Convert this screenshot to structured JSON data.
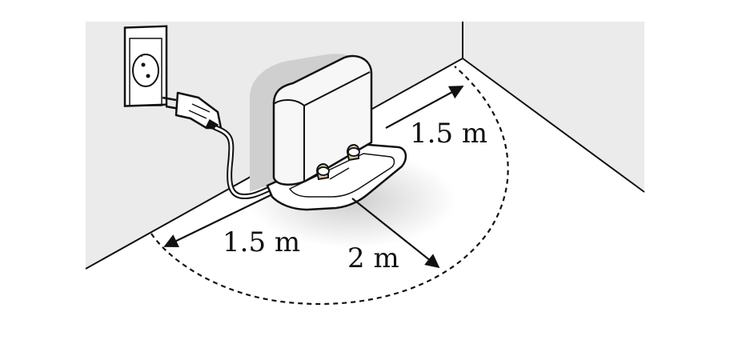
{
  "labels": {
    "right_distance": "1.5 m",
    "left_distance": "1.5 m",
    "front_distance": "2 m"
  },
  "colors": {
    "wall": "#ebebeb",
    "line": "#111111",
    "station_body": "#f7f7f7",
    "station_shadow": "#cfcfcf",
    "contact_gold": "#d8c9a8"
  }
}
